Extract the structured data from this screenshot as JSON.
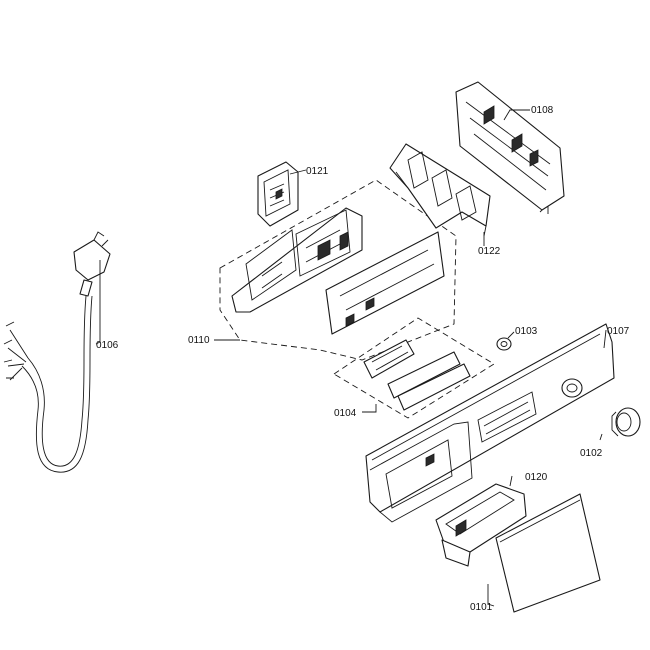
{
  "labels": {
    "p0101": "0101",
    "p0102": "0102",
    "p0103": "0103",
    "p0104": "0104",
    "p0106": "0106",
    "p0107": "0107",
    "p0108": "0108",
    "p0110": "0110",
    "p0120": "0120",
    "p0121": "0121",
    "p0122": "0122"
  },
  "colors": {
    "line": "#1a1a1a",
    "background": "#ffffff"
  }
}
